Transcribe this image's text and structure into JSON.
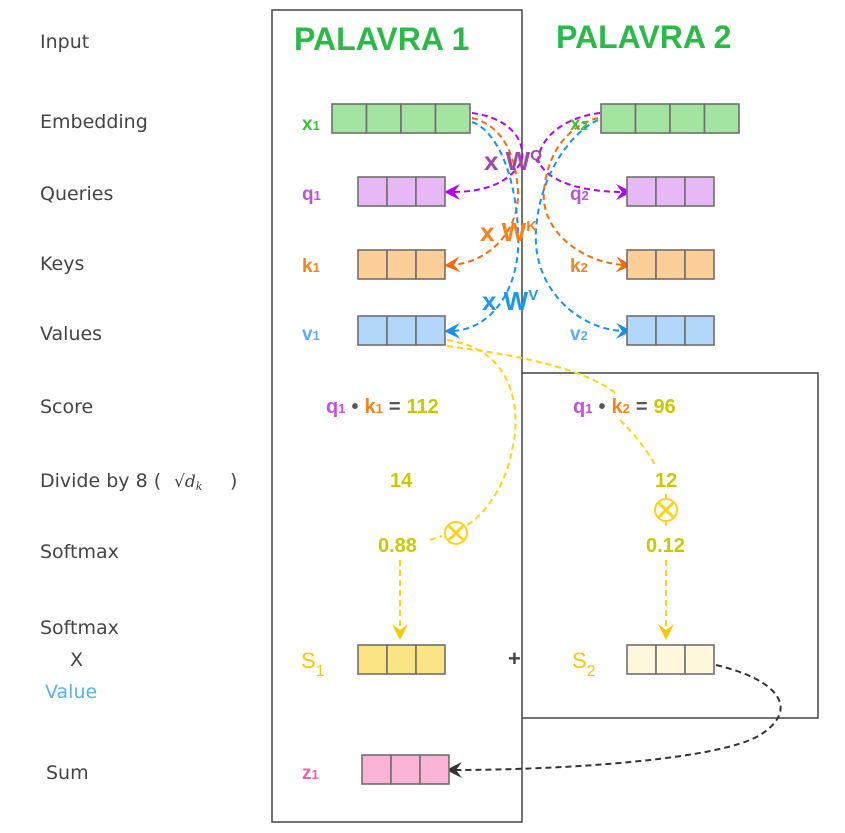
{
  "row_labels": {
    "input": "Input",
    "embedding": "Embedding",
    "queries": "Queries",
    "keys": "Keys",
    "values": "Values",
    "score": "Score",
    "divide": "Divide by 8 (",
    "divide_sqrt": "√d",
    "divide_sqrt_sub": "k",
    "divide_close": ")",
    "softmax": "Softmax",
    "softmax_x_value_1": "Softmax",
    "softmax_x_value_2": "X",
    "softmax_x_value_3": "Value",
    "sum": "Sum"
  },
  "titles": {
    "word1": "PALAVRA 1",
    "word2": "PALAVRA 2"
  },
  "vectors": {
    "x1": {
      "base": "x",
      "sub": "1"
    },
    "x2": {
      "base": "x",
      "sub": "2"
    },
    "q1": {
      "base": "q",
      "sub": "1"
    },
    "q2": {
      "base": "q",
      "sub": "2"
    },
    "k1": {
      "base": "k",
      "sub": "1"
    },
    "k2": {
      "base": "k",
      "sub": "2"
    },
    "v1": {
      "base": "v",
      "sub": "1"
    },
    "v2": {
      "base": "v",
      "sub": "2"
    },
    "s1": {
      "base": "S",
      "sub": "1"
    },
    "s2": {
      "base": "S",
      "sub": "2"
    },
    "z1": {
      "base": "z",
      "sub": "1"
    }
  },
  "weights": {
    "wq": {
      "prefix": "x W",
      "sup": "Q"
    },
    "wk": {
      "prefix": "x W",
      "sup": "K"
    },
    "wv": {
      "prefix": "x W",
      "sup": "V"
    }
  },
  "scores": {
    "score1": {
      "q": "q",
      "qsub": "1",
      "dot": "•",
      "k": "k",
      "ksub": "1",
      "eq": "=",
      "value": "112"
    },
    "score2": {
      "q": "q",
      "qsub": "1",
      "dot": "•",
      "k": "k",
      "ksub": "2",
      "eq": "=",
      "value": "96"
    }
  },
  "divided": {
    "d1": "14",
    "d2": "12"
  },
  "softmax": {
    "s1": "0.88",
    "s2": "0.12"
  },
  "plus": "+",
  "colors": {
    "embedding": "#a3e4a0",
    "query": "#e6b8f5",
    "key": "#fdcf98",
    "value": "#b3d7fb",
    "s1": "#fbe483",
    "s2": "#fff7dc",
    "z": "#fdb3d6",
    "title": "#2db84a",
    "number": "#c8c800"
  }
}
